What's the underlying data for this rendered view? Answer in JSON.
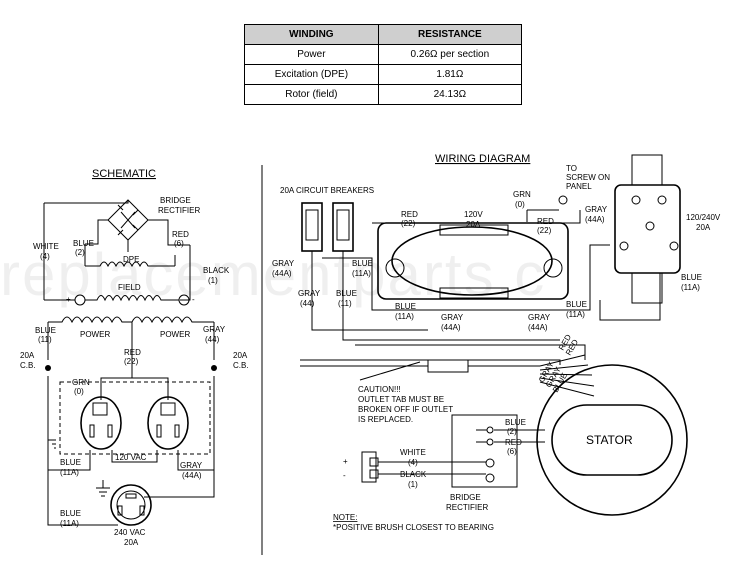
{
  "table": {
    "headers": [
      "WINDING",
      "RESISTANCE"
    ],
    "rows": [
      [
        "Power",
        "0.26Ω per section"
      ],
      [
        "Excitation (DPE)",
        "1.81Ω"
      ],
      [
        "Rotor (field)",
        "24.13Ω"
      ]
    ]
  },
  "watermark": "replacementparts.c",
  "schematic": {
    "title": "SCHEMATIC",
    "bridge_rectifier": [
      "BRIDGE",
      "RECTIFIER"
    ],
    "white4": [
      "WHITE",
      "(4)"
    ],
    "blue2": [
      "BLUE",
      "(2)"
    ],
    "red6": [
      "RED",
      "(6)"
    ],
    "dpe": "DPE",
    "black1": [
      "BLACK",
      "(1)"
    ],
    "plus": "+",
    "minus": "-",
    "field": "FIELD",
    "blue11": [
      "BLUE",
      "(11)"
    ],
    "power_left": "POWER",
    "power_right": "POWER",
    "gray44": [
      "GRAY",
      "(44)"
    ],
    "red22": [
      "RED",
      "(22)"
    ],
    "cb_left": [
      "20A",
      "C.B."
    ],
    "cb_right": [
      "20A",
      "C.B."
    ],
    "grn0": [
      "GRN",
      "(0)"
    ],
    "blue11a_top": [
      "BLUE",
      "(11A)"
    ],
    "vac120": "120 VAC",
    "gray44a": [
      "GRAY",
      "(44A)"
    ],
    "blue11a_bot": [
      "BLUE",
      "(11A)"
    ],
    "vac240": [
      "240 VAC",
      "20A"
    ]
  },
  "wiring": {
    "title": "WIRING DIAGRAM",
    "breakers": "20A CIRCUIT BREAKERS",
    "to_screw": [
      "TO",
      "SCREW ON",
      "PANEL"
    ],
    "grn0": [
      "GRN",
      "(0)"
    ],
    "red22_top": [
      "RED",
      "(22)"
    ],
    "v120": [
      "120V",
      "20A"
    ],
    "red22_right": [
      "RED",
      "(22)"
    ],
    "gray44a_top": [
      "GRAY",
      "(44A)"
    ],
    "v120_240": [
      "120/240V",
      "20A"
    ],
    "gray44a_left": [
      "GRAY",
      "(44A)"
    ],
    "blue11a_left": [
      "BLUE",
      "(11A)"
    ],
    "gray44": [
      "GRAY",
      "(44)"
    ],
    "blue11": [
      "BLUE",
      "(11)"
    ],
    "blue11a_right": [
      "BLUE",
      "(11A)"
    ],
    "blue11a_mid": [
      "BLUE",
      "(11A)"
    ],
    "gray44a_mid": [
      "GRAY",
      "(44A)"
    ],
    "gray44a_mid2": [
      "GRAY",
      "(44A)"
    ],
    "blue11a_low": [
      "BLUE",
      "(11A)"
    ],
    "lead_labels": [
      "RED",
      "RED",
      "GRAY",
      "GRAY",
      "BLUE"
    ],
    "caution": [
      "CAUTION!!!",
      "OUTLET TAB MUST BE",
      "BROKEN OFF IF OUTLET",
      "IS REPLACED."
    ],
    "blue2": [
      "BLUE",
      "(2)"
    ],
    "red6": [
      "RED",
      "(6)"
    ],
    "stator": "STATOR",
    "white4": [
      "WHITE",
      "(4)"
    ],
    "black1": [
      "BLACK",
      "(1)"
    ],
    "brush_plus": "+",
    "brush_minus": "-",
    "bridge_rectifier": [
      "BRIDGE",
      "RECTIFIER"
    ],
    "note": [
      "NOTE:",
      "*POSITIVE BRUSH CLOSEST TO BEARING"
    ]
  }
}
